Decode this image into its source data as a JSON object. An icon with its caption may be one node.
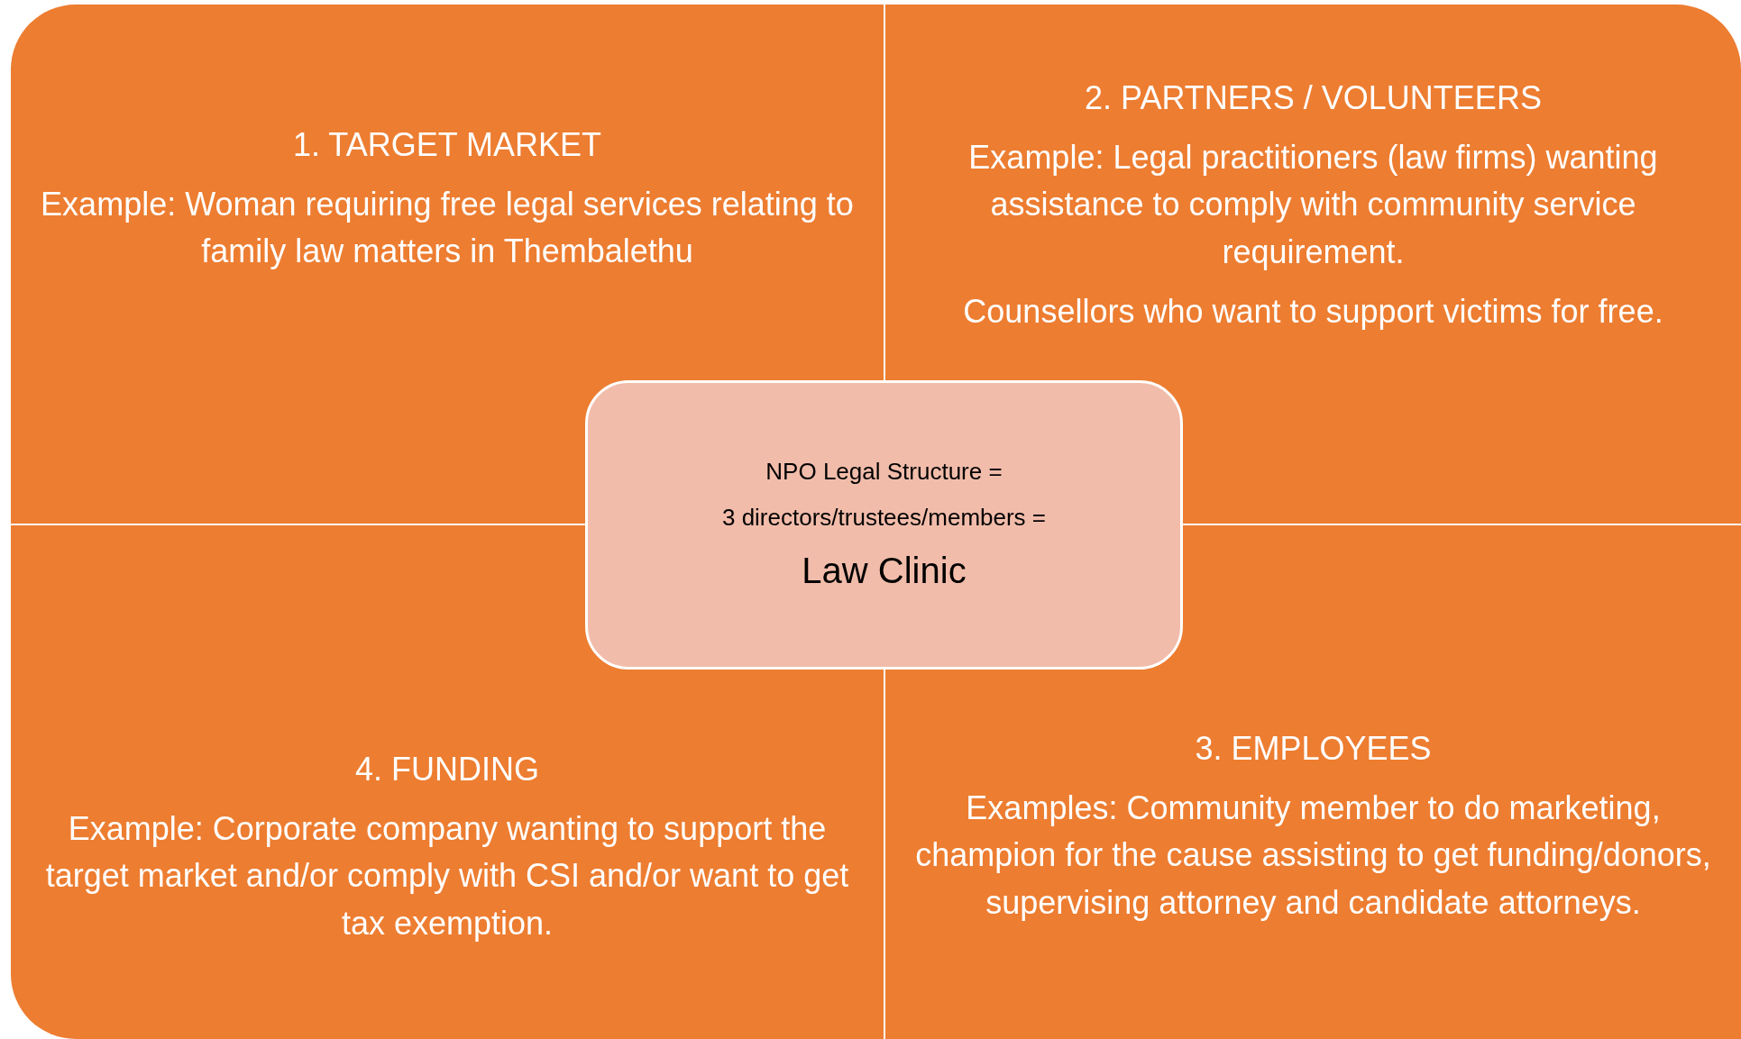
{
  "diagram": {
    "nodes": [
      {
        "text": [
          "1. TARGET MARKET",
          "Example: Woman requiring free legal services relating to family law matters in Thembalethu"
        ]
      },
      {
        "text": [
          "2. PARTNERS / VOLUNTEERS",
          "Example: Legal practitioners (law firms) wanting assistance to comply with community service requirement.",
          "Counsellors who want to support victims for free."
        ]
      },
      {
        "text": [
          "NPO Legal Structure =",
          "3 directors/trustees/members =",
          "Law Clinic"
        ]
      },
      {
        "text": [
          "4. FUNDING",
          "Example: Corporate company wanting to support the target market and/or comply with CSI and/or want to get tax exemption."
        ]
      },
      {
        "text": [
          "3. EMPLOYEES",
          "Examples: Community member to do marketing, champion for the cause assisting to get funding/donors, supervising attorney and candidate attorneys."
        ]
      }
    ]
  }
}
